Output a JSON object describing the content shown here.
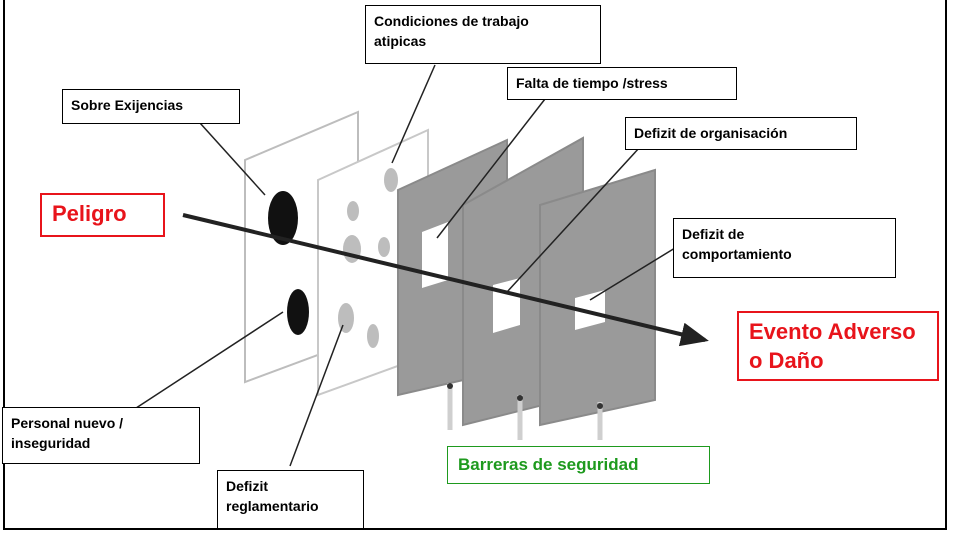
{
  "labels": {
    "condiciones": "Condiciones de trabajo\natipicas",
    "sobre": "Sobre Exijencias",
    "falta": "Falta de tiempo /stress",
    "organisacion": "Defizit de organisación",
    "comportamiento": "Defizit de\ncomportamiento",
    "personal": "Personal nuevo /\ninseguridad",
    "reglamentario": "Defizit\nreglamentario"
  },
  "peligro": "Peligro",
  "evento": "Evento Adverso\no Daño",
  "barreras": "Barreras de seguridad",
  "colors": {
    "danger": "#e8141b",
    "safe": "#1e9a1e",
    "plate_gray": "#9a9a9a"
  }
}
